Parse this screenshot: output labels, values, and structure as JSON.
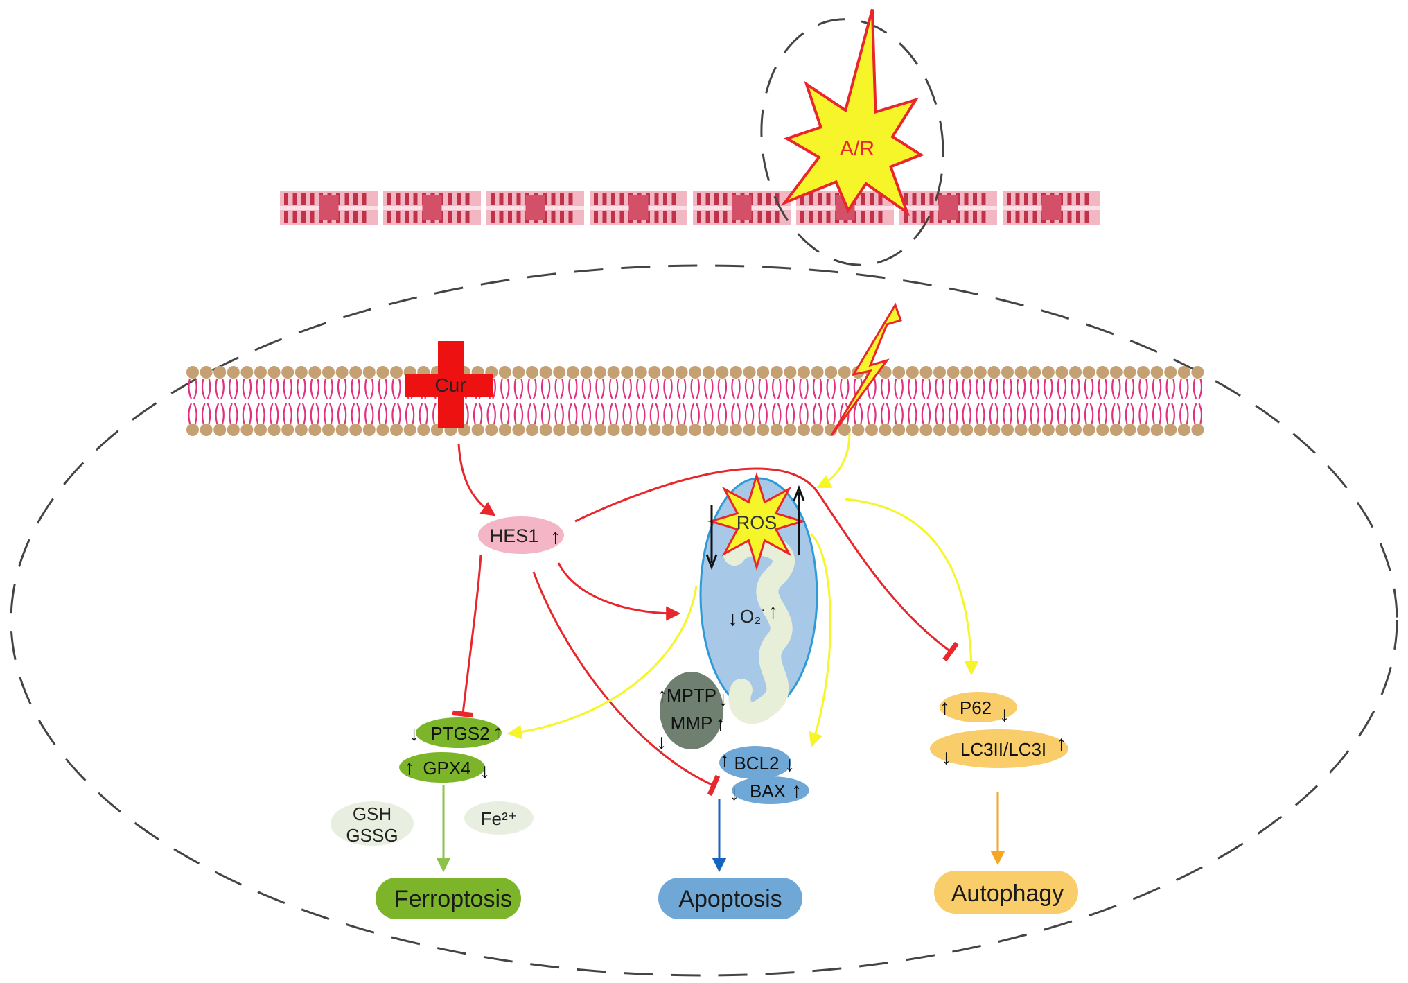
{
  "colors": {
    "red": "#e8262b",
    "yellow": "#f5f52a",
    "lipid_head": "#c4a072",
    "lipid_tail": "#e0307f",
    "ferroptosis": "#7cb52a",
    "apoptosis": "#6fa8d6",
    "autophagy": "#f8cd6a",
    "hes1": "#f4b6c6",
    "mito": "#a8c8e8",
    "mptp": "#6f7f70",
    "dashed": "#444444"
  },
  "labels": {
    "ar": "A/R",
    "cur": "Cur",
    "hes1": "HES1",
    "ros": "ROS",
    "o2": "O₂˙",
    "mptp": "MPTP",
    "mmp": "MMP",
    "bcl2": "BCL2",
    "bax": "BAX",
    "ptgs2": "PTGS2",
    "gpx4": "GPX4",
    "gsh": "GSH",
    "gssg": "GSSG",
    "fe": "Fe²⁺",
    "p62": "P62",
    "lc3": "LC3II/LC3I",
    "ferroptosis": "Ferroptosis",
    "apoptosis": "Apoptosis",
    "autophagy": "Autophagy"
  },
  "arrows": {
    "up": "↑",
    "down": "↓"
  }
}
